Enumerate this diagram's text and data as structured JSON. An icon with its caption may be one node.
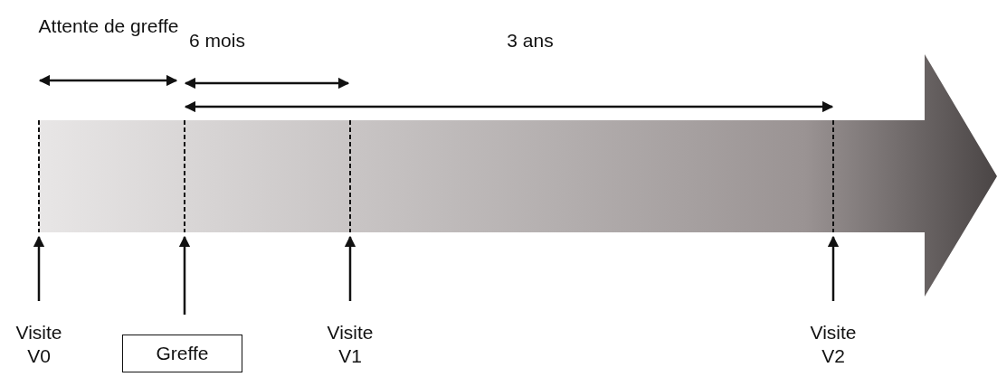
{
  "diagram": {
    "nodes": [
      {
        "text": [],
        "shape": "bar"
      },
      {
        "text": [
          "Visite V0"
        ]
      },
      {
        "text": [
          "Greffe"
        ]
      },
      {
        "text": [
          "Visite V1"
        ]
      },
      {
        "text": [
          "Visite V2"
        ]
      }
    ],
    "edges": [
      {
        "from": 1,
        "to": 0,
        "arrow": "to"
      },
      {
        "from": 2,
        "to": 0,
        "arrow": "to"
      },
      {
        "from": 3,
        "to": 0,
        "arrow": "to"
      },
      {
        "from": 4,
        "to": 0,
        "arrow": "to"
      }
    ],
    "labels": [
      "Attente de greffe",
      "6 mois",
      "3 ans"
    ]
  }
}
